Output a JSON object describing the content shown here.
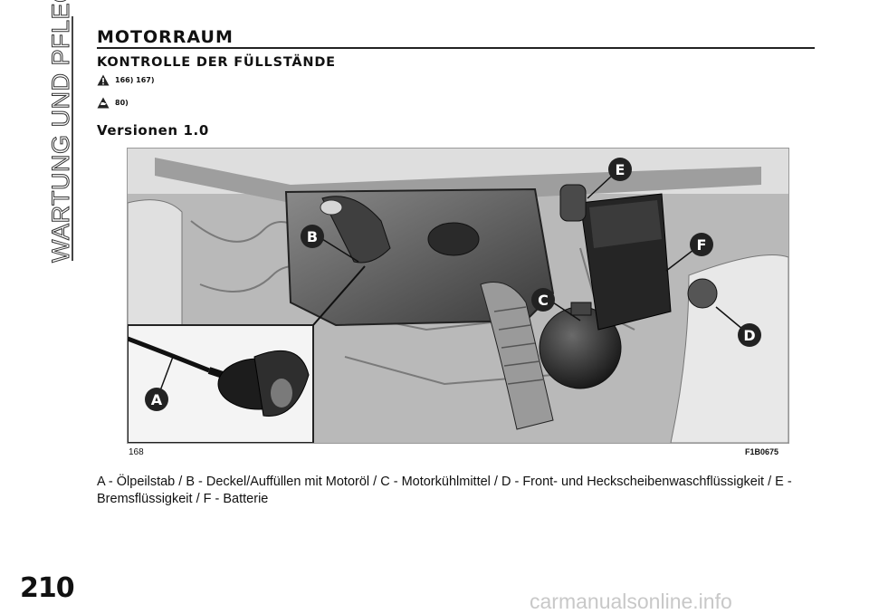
{
  "sidebar": {
    "section_title": "WARTUNG UND PFLEGE"
  },
  "page": {
    "number": "210"
  },
  "heading": {
    "title": "MOTORRAUM",
    "subtitle": "KONTROLLE DER FÜLLSTÄNDE",
    "version": "Versionen 1.0"
  },
  "notes": {
    "warning_refs": "166) 167)",
    "environment_refs": "80)"
  },
  "figure": {
    "number": "168",
    "code": "F1B0675",
    "callouts": [
      "A",
      "B",
      "C",
      "D",
      "E",
      "F"
    ]
  },
  "caption": "A - Ölpeilstab / B - Deckel/Auffüllen mit Motoröl / C - Motorkühlmittel / D - Front- und Heckscheibenwaschflüssigkeit / E - Bremsflüssigkeit / F - Batterie",
  "watermark": "carmanualsonline.info"
}
